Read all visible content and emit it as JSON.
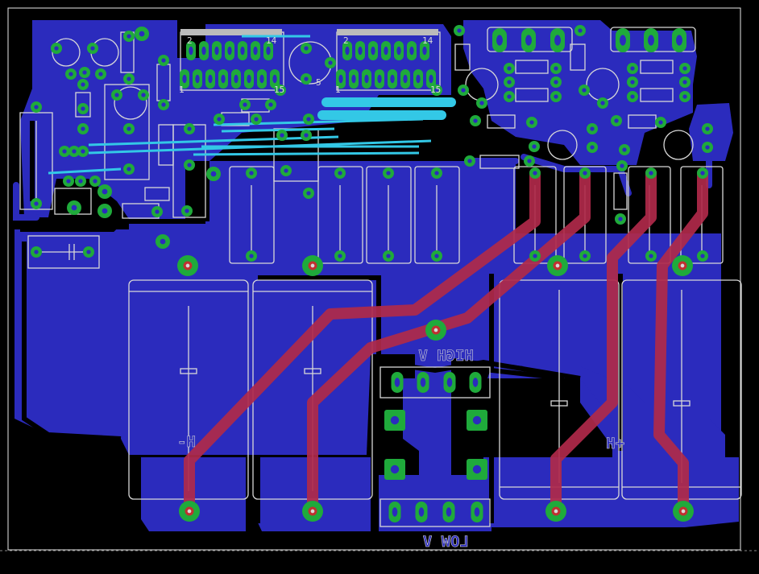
{
  "canvas": {
    "background": "#000000"
  },
  "colors": {
    "copper_bottom": "#2b2bbd",
    "copper_top_trace": "#b02a4a",
    "jumper_trace": "#33c8e6",
    "pad": "#1faa3b",
    "drill": "#c03030",
    "silkscreen": "#d8d8d8",
    "frame": "#e8e8e8"
  },
  "labels": {
    "ic1_pin_2": "2",
    "ic1_pin_14": "14",
    "ic1_pin_1": "1",
    "ic1_pin_15": "15",
    "ic2_pin_2": "2",
    "ic2_pin_14": "14",
    "ic2_pin_1": "1",
    "ic2_pin_15": "15",
    "reg_pin_5": "5",
    "high_v": "HIGH V",
    "low_v": "LOW V",
    "plus_h": "+H",
    "minus_h": "H-"
  }
}
